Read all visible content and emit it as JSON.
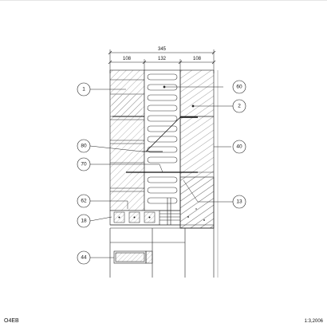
{
  "dimensions": {
    "total": "345",
    "left": "108",
    "middle": "132",
    "right": "108"
  },
  "callouts": {
    "c1": "1",
    "c60": "60",
    "c2": "2",
    "c80": "80",
    "c40": "40",
    "c70": "70",
    "c62": "62",
    "c13": "13",
    "c18": "18",
    "c44": "44"
  },
  "footer": {
    "code": "O4EB",
    "scale": "1:3,2006"
  }
}
